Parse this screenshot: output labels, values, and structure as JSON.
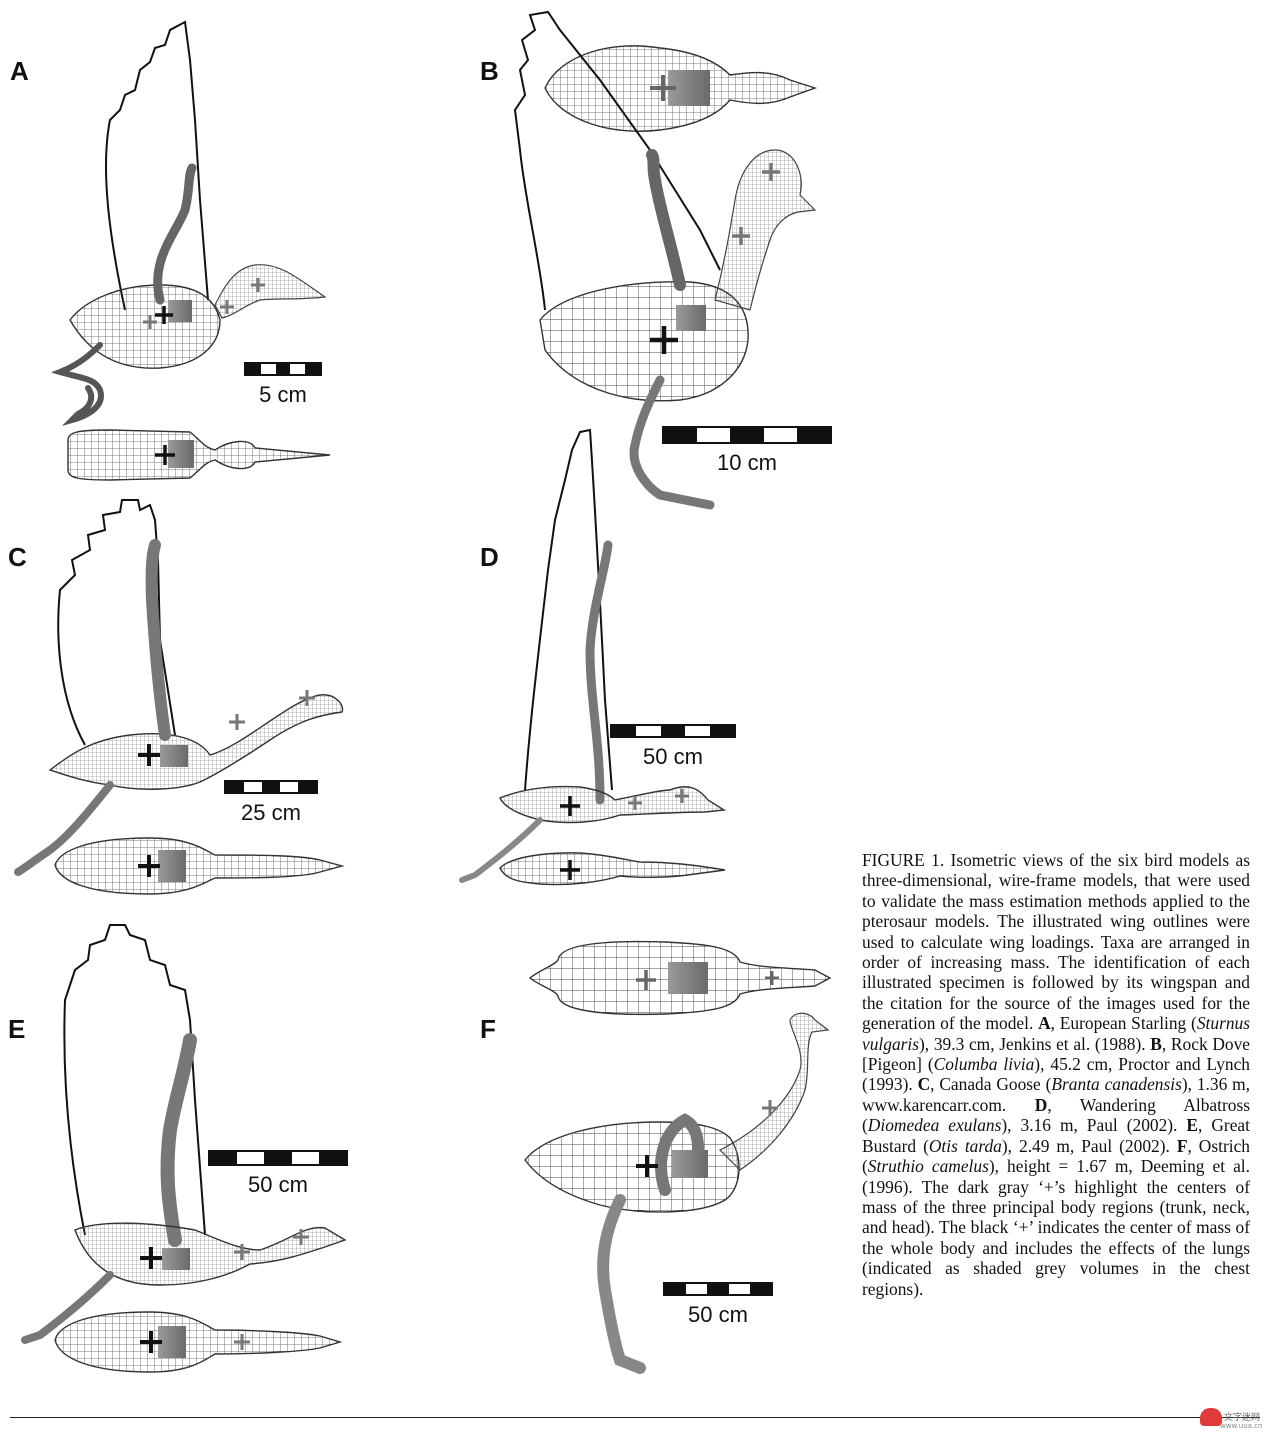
{
  "panels": {
    "a": {
      "label": "A",
      "scale": "5 cm"
    },
    "b": {
      "label": "B",
      "scale": "10 cm"
    },
    "c": {
      "label": "C",
      "scale": "25 cm"
    },
    "d": {
      "label": "D",
      "scale": "50 cm"
    },
    "e": {
      "label": "E",
      "scale": "50 cm"
    },
    "f": {
      "label": "F",
      "scale": "50 cm"
    }
  },
  "caption": {
    "figure_label": "FIGURE 1.",
    "p1": " Isometric views of the six bird models as three-dimensional, wire-frame models, that were used to validate the mass estimation methods applied to the pterosaur models. The illustrated wing outlines were used to calculate wing loadings. Taxa are arranged in order of increasing mass. The identification of each illustrated specimen is followed by its wingspan and the citation for the source of the images used for the generation of the model. ",
    "a_label": "A",
    "a_text1": ", European Starling (",
    "a_sp": "Sturnus vulgaris",
    "a_text2": "), 39.3 cm, Jenkins et al. (1988). ",
    "b_label": "B",
    "b_text1": ", Rock Dove [Pigeon] (",
    "b_sp": "Columba livia",
    "b_text2": "), 45.2 cm, Proctor and Lynch (1993). ",
    "c_label": "C",
    "c_text1": ", Canada Goose (",
    "c_sp": "Branta canadensis",
    "c_text2": "), 1.36 m, www.karencarr.com. ",
    "d_label": "D",
    "d_text1": ", Wandering Albatross (",
    "d_sp": "Diomedea exulans",
    "d_text2": "), 3.16 m, Paul (2002). ",
    "e_label": "E",
    "e_text1": ", Great Bustard (",
    "e_sp": "Otis tarda",
    "e_text2": "), 2.49 m, Paul (2002). ",
    "f_label": "F",
    "f_text1": ", Ostrich (",
    "f_sp": "Struthio camelus",
    "f_text2": "), height = 1.67 m, Deeming et al. (1996). The dark gray ‘+’s highlight the centers of mass of the three principal body regions (trunk, neck, and head). The black ‘+’ indicates the center of mass of the whole body and includes the effects of the lungs (indicated as shaded grey volumes in the chest regions)."
  },
  "watermark": {
    "text": "文字迷网",
    "sub": "www.uua.cn"
  }
}
